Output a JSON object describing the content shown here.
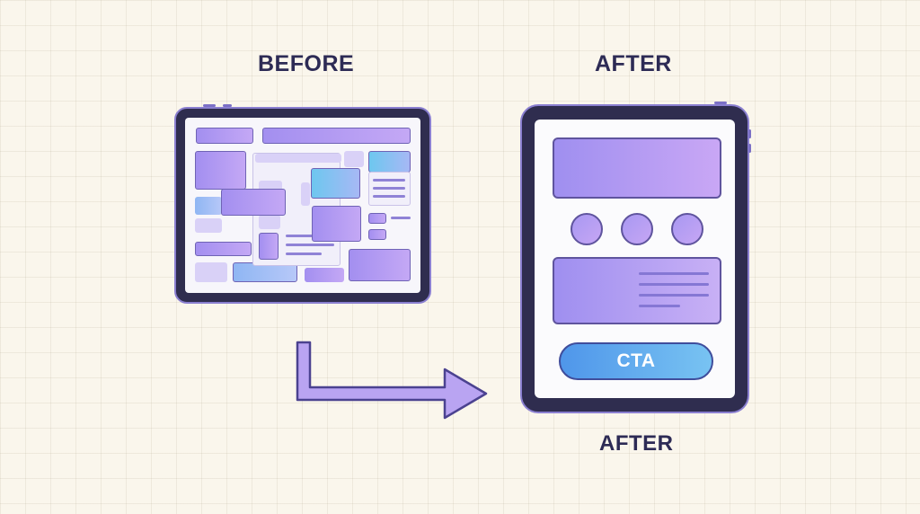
{
  "labels": {
    "before": "BEFORE",
    "after_top": "AFTER",
    "after_bottom": "AFTER"
  },
  "after_screen": {
    "cta_label": "CTA"
  },
  "colors": {
    "background": "#faf6ec",
    "device_frame": "#2f2d4f",
    "accent_purple": "#a38ff0",
    "accent_blue": "#6dc7ef",
    "text": "#2d2b55",
    "arrow_fill": "#b9a4f2"
  },
  "icons": [
    "tablet-device",
    "right-arrow"
  ]
}
